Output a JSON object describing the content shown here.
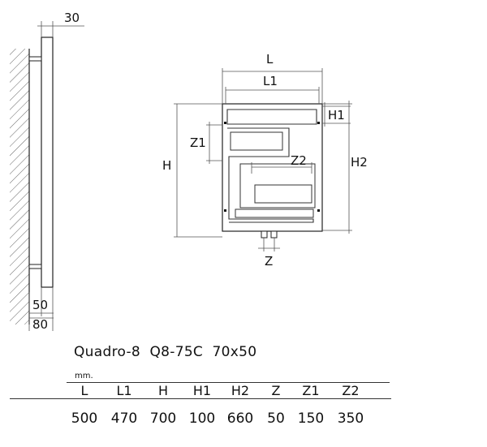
{
  "drawing": {
    "side_view": {
      "top_offset": "30",
      "bracket_depth": "50",
      "total_depth": "80"
    },
    "front_view": {
      "L": "L",
      "L1": "L1",
      "H": "H",
      "H1": "H1",
      "H2": "H2",
      "Z": "Z",
      "Z1": "Z1",
      "Z2": "Z2"
    }
  },
  "model": {
    "name": "Quadro-8",
    "code": "Q8-75C",
    "profile": "70x50"
  },
  "table": {
    "unit": "mm.",
    "columns": [
      {
        "header": "L",
        "value": "500"
      },
      {
        "header": "L1",
        "value": "470"
      },
      {
        "header": "H",
        "value": "700"
      },
      {
        "header": "H1",
        "value": "100"
      },
      {
        "header": "H2",
        "value": "660"
      },
      {
        "header": "Z",
        "value": "50"
      },
      {
        "header": "Z1",
        "value": "150"
      },
      {
        "header": "Z2",
        "value": "350"
      }
    ]
  }
}
